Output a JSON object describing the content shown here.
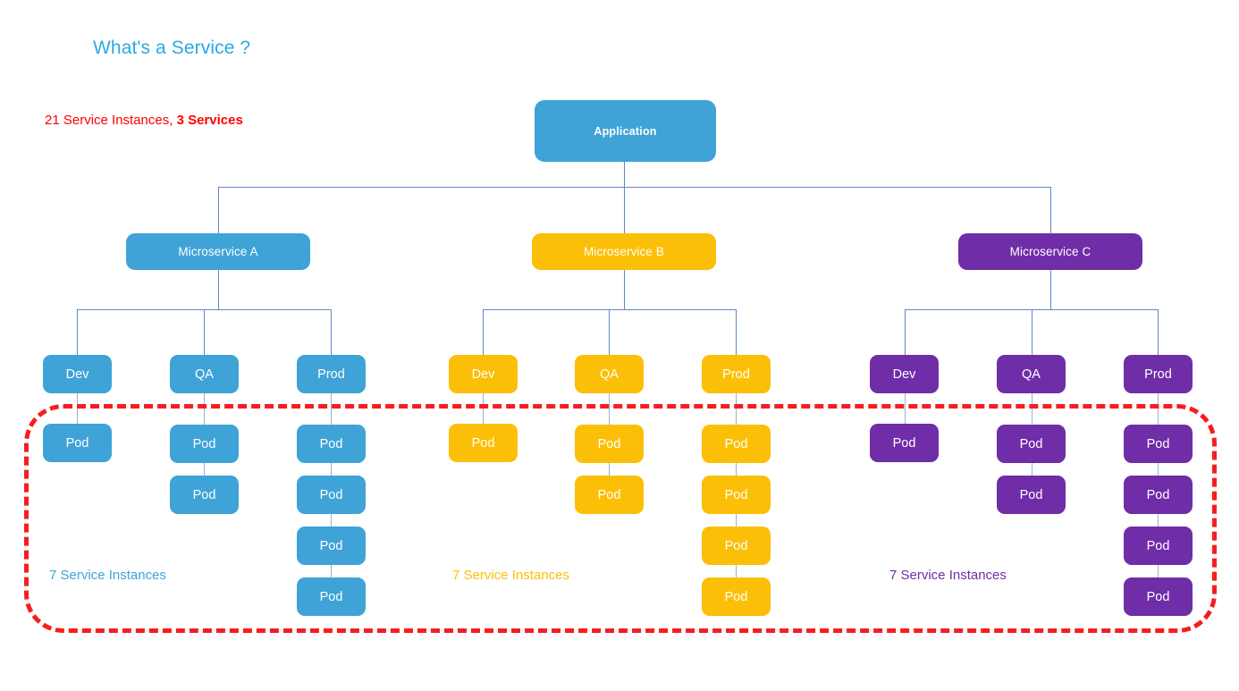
{
  "slide": {
    "title": "What's a Service ?",
    "note_plain": "21 Service Instances, ",
    "note_strong": "3 Services",
    "note_color": "#FF0000",
    "title_color": "#29ABE2",
    "background": "#FFFFFF"
  },
  "palette": {
    "blue": "#3FA3D7",
    "amber": "#FCBF07",
    "purple": "#6F2DA8",
    "connector": "#6287C8",
    "highlight": "#F81D1D"
  },
  "root": {
    "label": "Application",
    "color": "#3FA3D7"
  },
  "microservices": [
    {
      "label": "Microservice A",
      "color": "#3FA3D7",
      "instances_label": "7 Service Instances",
      "environments": [
        {
          "label": "Dev",
          "pods": [
            "Pod"
          ]
        },
        {
          "label": "QA",
          "pods": [
            "Pod",
            "Pod"
          ]
        },
        {
          "label": "Prod",
          "pods": [
            "Pod",
            "Pod",
            "Pod",
            "Pod"
          ]
        }
      ]
    },
    {
      "label": "Microservice B",
      "color": "#FCBF07",
      "instances_label": "7 Service Instances",
      "environments": [
        {
          "label": "Dev",
          "pods": [
            "Pod"
          ]
        },
        {
          "label": "QA",
          "pods": [
            "Pod",
            "Pod"
          ]
        },
        {
          "label": "Prod",
          "pods": [
            "Pod",
            "Pod",
            "Pod",
            "Pod"
          ]
        }
      ]
    },
    {
      "label": "Microservice C",
      "color": "#6F2DA8",
      "instances_label": "7 Service Instances",
      "environments": [
        {
          "label": "Dev",
          "pods": [
            "Pod"
          ]
        },
        {
          "label": "QA",
          "pods": [
            "Pod",
            "Pod"
          ]
        },
        {
          "label": "Prod",
          "pods": [
            "Pod",
            "Pod",
            "Pod",
            "Pod"
          ]
        }
      ]
    }
  ]
}
